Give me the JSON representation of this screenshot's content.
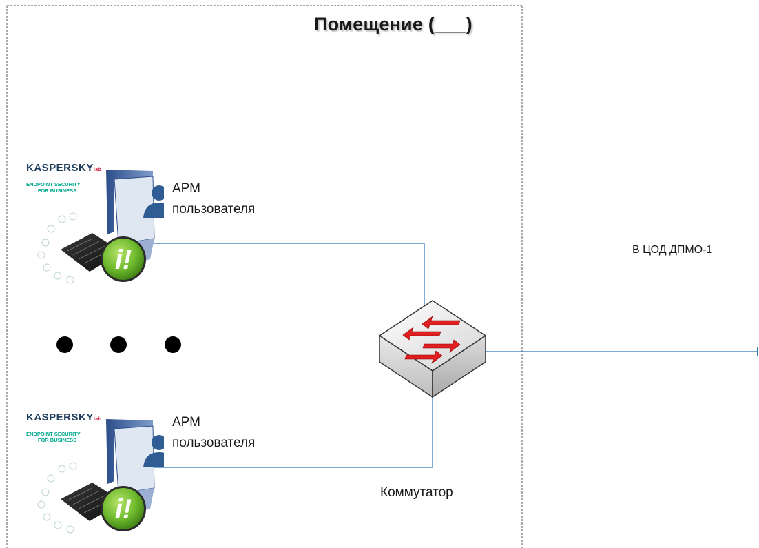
{
  "room": {
    "title": "Помещение (___)"
  },
  "workstations": [
    {
      "label_line1": "АРМ",
      "label_line2": "пользователя",
      "logo": {
        "brand": "KASPERSKY",
        "lab": "lab",
        "product_line1": "ENDPOINT SECURITY",
        "product_line2": "FOR BUSINESS"
      },
      "icons": [
        "computer-icon",
        "user-icon",
        "kaspersky-endpoint-logo",
        "kaspersky-badge-icon"
      ]
    },
    {
      "label_line1": "АРМ",
      "label_line2": "пользователя",
      "logo": {
        "brand": "KASPERSKY",
        "lab": "lab",
        "product_line1": "ENDPOINT SECURITY",
        "product_line2": "FOR BUSINESS"
      },
      "icons": [
        "computer-icon",
        "user-icon",
        "kaspersky-endpoint-logo",
        "kaspersky-badge-icon"
      ]
    }
  ],
  "switch": {
    "label": "Коммутатор",
    "icon": "network-switch-icon"
  },
  "external_link": {
    "label": "В ЦОД ДПМО-1"
  },
  "ellipsis_icon": "ellipsis-icon",
  "colors": {
    "link_line": "#2e75b6",
    "arrow_red": "#e02020",
    "badge_green": "#6cb82c",
    "brand_red": "#c8102e",
    "brand_green": "#00a88e",
    "monitor_blue": "#2d4e8a",
    "user_blue": "#2f5d93"
  }
}
